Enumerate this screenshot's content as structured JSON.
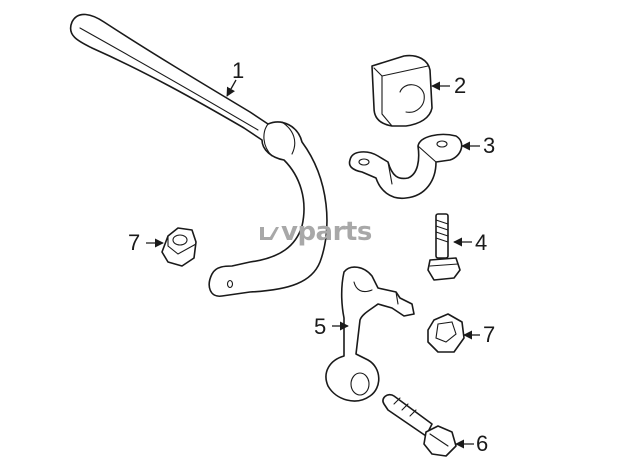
{
  "diagram": {
    "callouts": [
      {
        "id": "c1",
        "number": "1"
      },
      {
        "id": "c2",
        "number": "2"
      },
      {
        "id": "c3",
        "number": "3"
      },
      {
        "id": "c4",
        "number": "4"
      },
      {
        "id": "c5",
        "number": "5"
      },
      {
        "id": "c6",
        "number": "6"
      },
      {
        "id": "c7a",
        "number": "7"
      },
      {
        "id": "c7b",
        "number": "7"
      }
    ],
    "watermark": {
      "text": "vparts",
      "logo_icon": "lvparts-logo-icon",
      "color": "#a8a8a8"
    },
    "line_color": "#1a1a1a",
    "background": "#ffffff"
  }
}
